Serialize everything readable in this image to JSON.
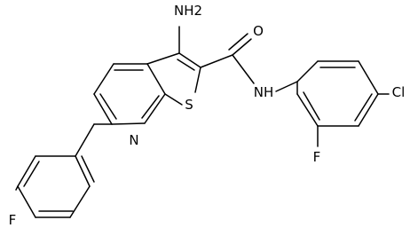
{
  "structure": {
    "atom_labels": {
      "amino": "NH2",
      "carbonyl_oxygen": "O",
      "amide_nitrogen": "NH",
      "thiophene_sulfur": "S",
      "pyridine_nitrogen": "N",
      "chloro": "Cl",
      "aryl_fluoro": "F",
      "para_fluoro": "F"
    }
  }
}
